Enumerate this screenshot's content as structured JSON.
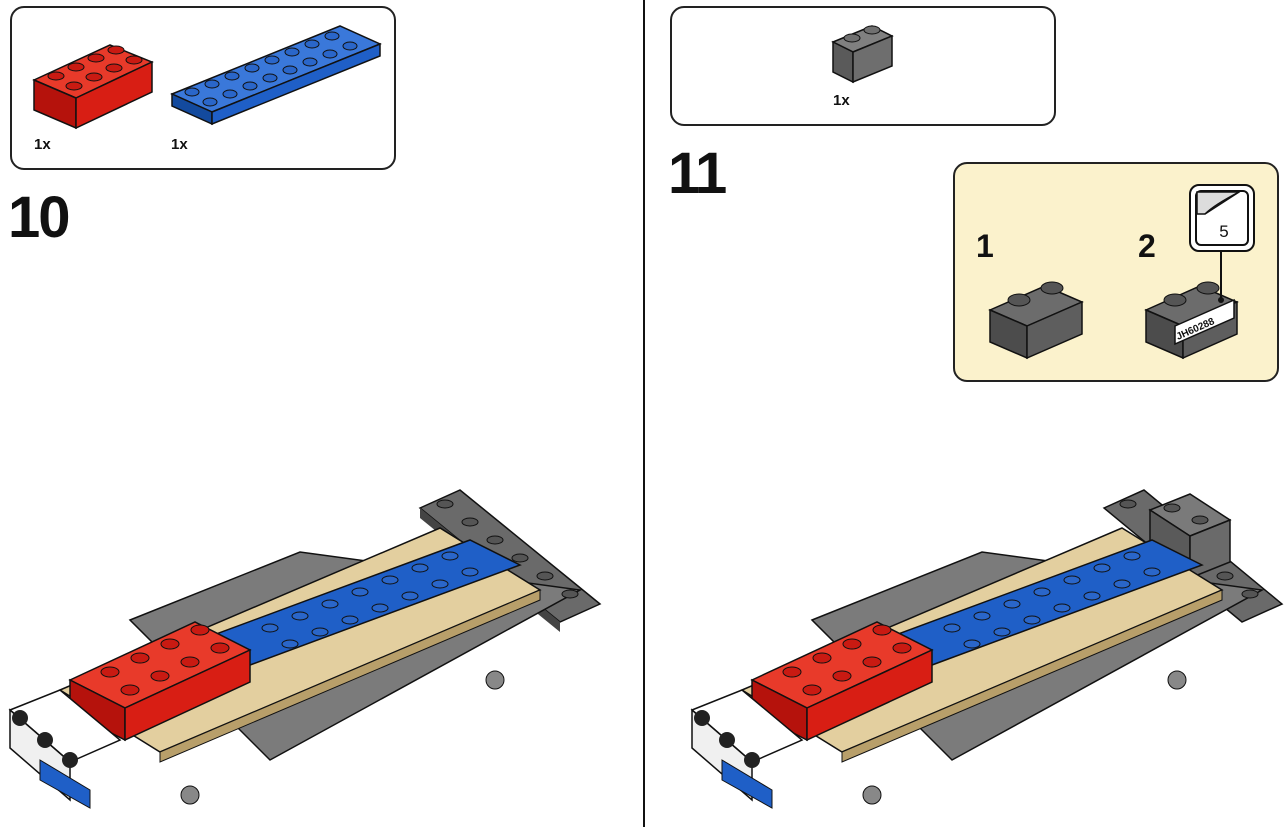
{
  "left_step": {
    "parts": [
      {
        "name": "red-2x4-brick",
        "color": "#d81e14",
        "qty": "1x"
      },
      {
        "name": "blue-2x8-plate",
        "color": "#1f5fc7",
        "qty": "1x"
      }
    ],
    "number": "10"
  },
  "right_step": {
    "parts": [
      {
        "name": "dark-gray-1x2-brick",
        "color": "#6e6e6e",
        "qty": "1x"
      }
    ],
    "number": "11",
    "substeps": [
      "1",
      "2"
    ],
    "sticker": {
      "sheet_number": "5",
      "text": "JH60288"
    }
  },
  "colors": {
    "red": "#d81e14",
    "blue": "#1f5fc7",
    "tan": "#e3cf9f",
    "dark_gray": "#5f5f5f",
    "light_gray": "#9a9a9a",
    "white": "#ffffff",
    "callout_bg": "#fbf2cc"
  }
}
